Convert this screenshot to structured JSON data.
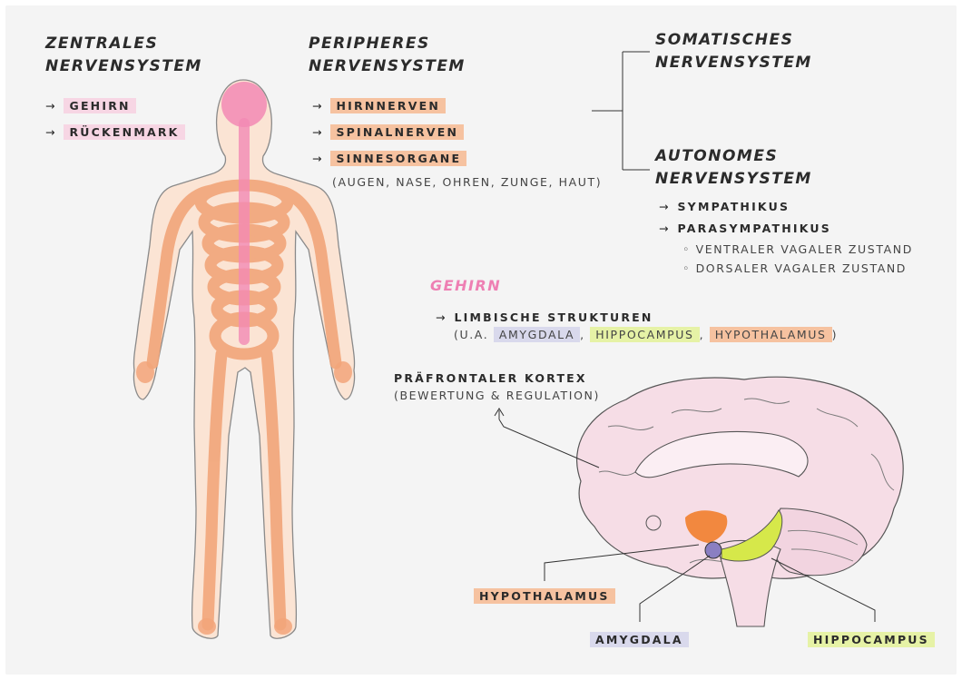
{
  "cns": {
    "title_1": "ZENTRALES",
    "title_2": "NERVENSYSTEM",
    "items": [
      "GEHIRN",
      "RÜCKENMARK"
    ]
  },
  "pns": {
    "title_1": "PERIPHERES",
    "title_2": "NERVENSYSTEM",
    "items": [
      "HIRNNERVEN",
      "SPINALNERVEN",
      "SINNESORGANE"
    ],
    "note": "(AUGEN, NASE, OHREN, ZUNGE, HAUT)"
  },
  "somatic": {
    "title_1": "SOMATISCHES",
    "title_2": "NERVENSYSTEM"
  },
  "autonomic": {
    "title_1": "AUTONOMES",
    "title_2": "NERVENSYSTEM",
    "items": [
      "SYMPATHIKUS",
      "PARASYMPATHIKUS"
    ],
    "subitems": [
      "VENTRALER VAGALER ZUSTAND",
      "DORSALER VAGALER ZUSTAND"
    ]
  },
  "brain": {
    "title": "GEHIRN",
    "limbic": "LIMBISCHE STRUKTUREN",
    "limbic_prefix": "(U.A.",
    "limbic_parts": [
      "AMYGDALA",
      "HIPPOCAMPUS",
      "HYPOTHALAMUS"
    ],
    "prefrontal": "PRÄFRONTALER KORTEX",
    "prefrontal_note": "(BEWERTUNG & REGULATION)",
    "labels": {
      "hypothalamus": "HYPOTHALAMUS",
      "amygdala": "AMYGDALA",
      "hippocampus": "HIPPOCAMPUS"
    }
  },
  "glyphs": {
    "arrow": "→",
    "bullet": "◦"
  },
  "colors": {
    "background": "#f4f4f4",
    "pink_highlight": "#f7d6e4",
    "orange_highlight": "#f6c2a0",
    "lavender_highlight": "#d9d9ec",
    "lime_highlight": "#e6f2a6",
    "brain_title": "#ee7fb3",
    "body_nerve": "#f2a57a",
    "spine": "#f28ab4"
  }
}
